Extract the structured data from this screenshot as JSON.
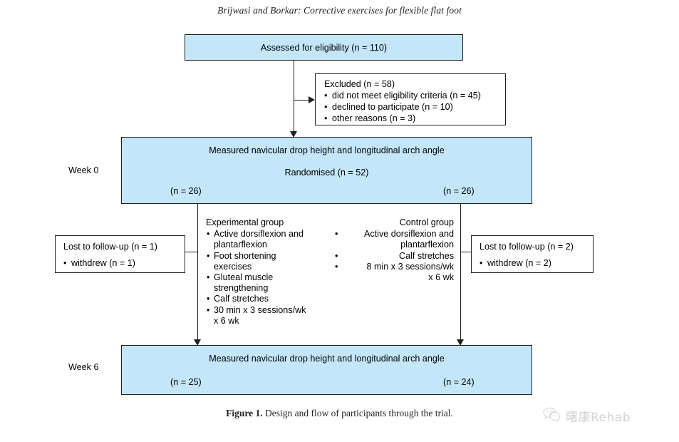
{
  "running_head": "Brijwasi and Borkar: Corrective exercises for flexible flat foot",
  "colors": {
    "box_fill_blue": "#c3e6f9",
    "box_fill_white": "#ffffff",
    "border": "#231f20",
    "text": "#000000",
    "watermark": "#b9b9b9"
  },
  "flow": {
    "eligibility_box": {
      "text": "Assessed for eligibility (n = 110)"
    },
    "excluded_box": {
      "title": "Excluded (n = 58)",
      "items": [
        "did not meet eligibility criteria (n = 45)",
        "declined to participate (n = 10)",
        "other reasons (n = 3)"
      ]
    },
    "week0_label": "Week 0",
    "randomised_box": {
      "measure_line": "Measured navicular drop height and longitudinal arch angle",
      "randomised_line": "Randomised (n = 52)",
      "left_n": "(n = 26)",
      "right_n": "(n = 26)"
    },
    "experimental_group": {
      "title": "Experimental group",
      "items": [
        "Active dorsiflexion and\nplantarflexion",
        "Foot shortening\nexercises",
        "Gluteal muscle\nstrengthening",
        "Calf stretches",
        "30 min x 3 sessions/wk\nx 6 wk"
      ]
    },
    "control_group": {
      "title": "Control group",
      "items": [
        "Active dorsiflexion and\nplantarflexion",
        "Calf stretches",
        "8 min x 3 sessions/wk\nx 6 wk"
      ]
    },
    "lost_left_box": {
      "title": "Lost to follow-up (n = 1)",
      "item": "withdrew (n = 1)"
    },
    "lost_right_box": {
      "title": "Lost to follow-up (n = 2)",
      "item": "withdrew (n = 2)"
    },
    "week6_label": "Week 6",
    "outcome_box": {
      "measure_line": "Measured navicular drop height and longitudinal arch angle",
      "left_n": "(n = 25)",
      "right_n": "(n = 24)"
    }
  },
  "caption": {
    "label": "Figure 1.",
    "text": " Design and flow of participants through the trial."
  },
  "watermark": {
    "text": "曙康Rehab",
    "icon": "wechat-icon"
  }
}
